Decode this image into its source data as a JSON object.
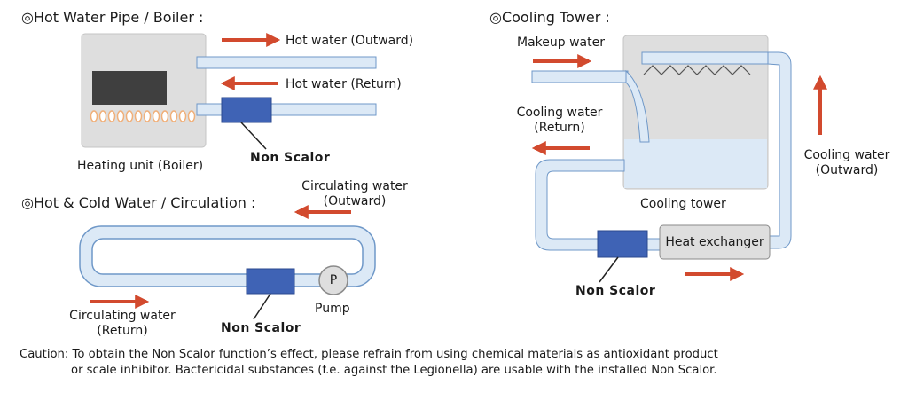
{
  "sections": {
    "boiler": {
      "title": "◎Hot Water Pipe / Boiler :",
      "outward_label": "Hot water (Outward)",
      "return_label": "Hot water (Return)",
      "unit_caption": "Heating unit (Boiler)",
      "device_label": "Non Scalor"
    },
    "circulation": {
      "title": "◎Hot & Cold Water / Circulation :",
      "outward_label_1": "Circulating water",
      "outward_label_2": "(Outward)",
      "return_label_1": "Circulating water",
      "return_label_2": "(Return)",
      "pump_symbol": "P",
      "pump_label": "Pump",
      "device_label": "Non Scalor"
    },
    "cooling": {
      "title": "◎Cooling Tower :",
      "makeup_label": "Makeup water",
      "return_label_1": "Cooling water",
      "return_label_2": "(Return)",
      "outward_label_1": "Cooling water",
      "outward_label_2": "(Outward)",
      "tower_label": "Cooling tower",
      "exchanger_label": "Heat exchanger",
      "device_label": "Non Scalor"
    }
  },
  "caution": {
    "line1": "Caution: To obtain the Non Scalor function’s effect, please refrain from using chemical materials as antioxidant product",
    "line2": "or scale inhibitor. Bactericidal substances (f.e. against the Legionella) are usable with the installed Non Scalor."
  },
  "colors": {
    "pipe_fill": "#dce9f6",
    "pipe_stroke": "#6f98c8",
    "device_fill": "#3f63b5",
    "arrow": "#d24a2e",
    "unit_gray": "#dedede",
    "burner_dark": "#3f3f3f"
  }
}
